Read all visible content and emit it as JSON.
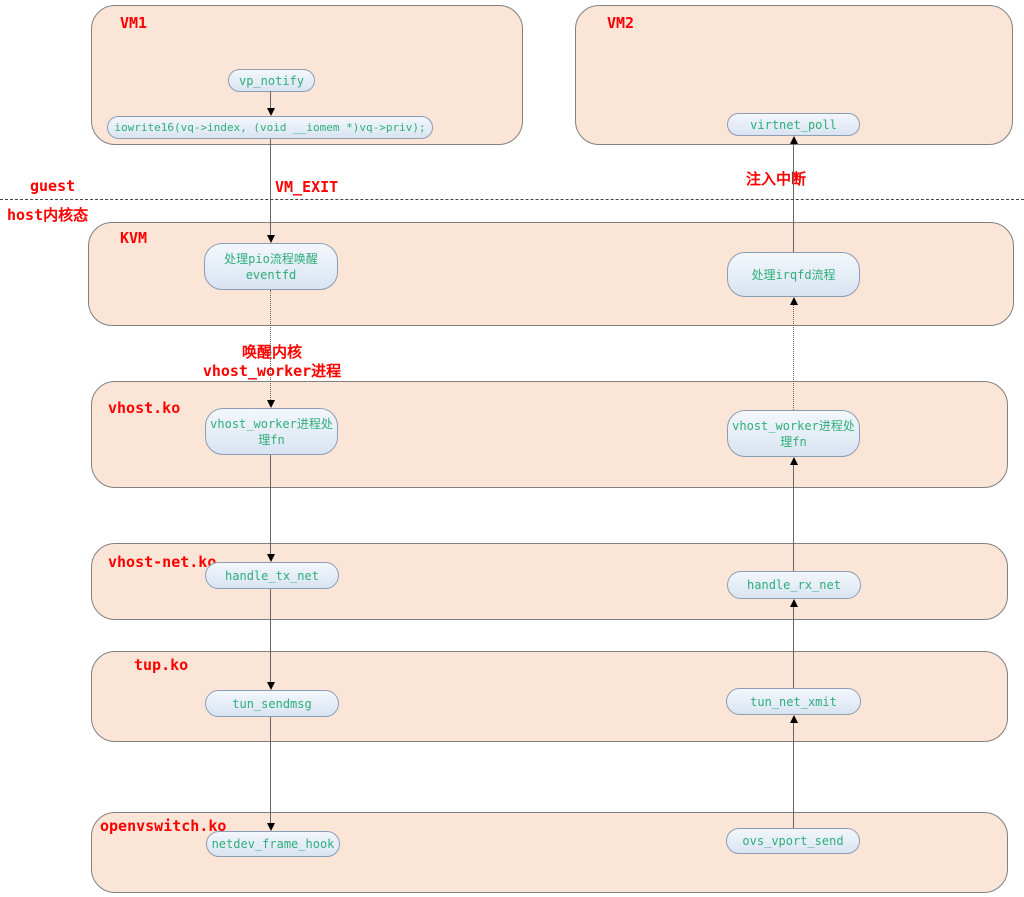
{
  "zones": {
    "guest_label": "guest",
    "host_label": "host内核态"
  },
  "flow_labels": {
    "vm_exit": "VM_EXIT",
    "inject_interrupt": "注入中断",
    "wake_worker": "唤醒内核\nvhost_worker进程"
  },
  "containers": {
    "vm1": "VM1",
    "vm2": "VM2",
    "kvm": "KVM",
    "vhost": "vhost.ko",
    "vhost_net": "vhost-net.ko",
    "tup": "tup.ko",
    "openvswitch": "openvswitch.ko"
  },
  "nodes": {
    "vp_notify": "vp_notify",
    "iowrite16": "iowrite16(vq->index,  (void __iomem *)vq->priv);",
    "virtnet_poll": "virtnet_poll",
    "kvm_pio": "处理pio流程唤醒\neventfd",
    "kvm_irqfd": "处理irqfd流程",
    "vhost_worker_tx": "vhost_worker进程处\n理fn",
    "vhost_worker_rx": "vhost_worker进程处\n理fn",
    "handle_tx_net": "handle_tx_net",
    "handle_rx_net": "handle_rx_net",
    "tun_sendmsg": "tun_sendmsg",
    "tun_net_xmit": "tun_net_xmit",
    "netdev_frame_hook": "netdev_frame_hook",
    "ovs_vport_send": "ovs_vport_send"
  },
  "colors": {
    "container_fill": "#fbe5d6",
    "container_border": "#808080",
    "pill_fill": "#d9e4f2",
    "pill_border": "#8d9db4",
    "pill_text_green": "#2fae7a",
    "annotation_red": "#ff0000",
    "arrow_line": "#666666",
    "arrow_head": "#000000"
  }
}
